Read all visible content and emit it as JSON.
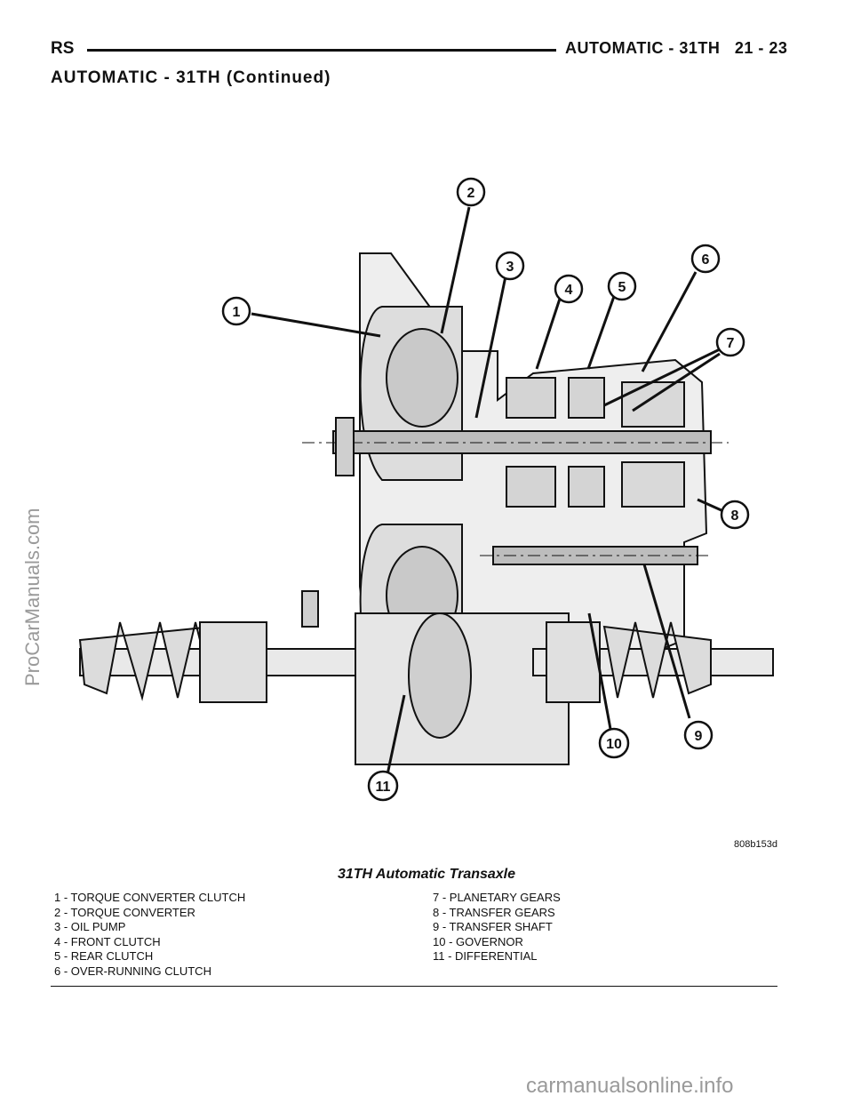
{
  "header": {
    "section_code": "RS",
    "chapter_title": "AUTOMATIC - 31TH",
    "page_number": "21 - 23"
  },
  "subtitle": "AUTOMATIC - 31TH (Continued)",
  "figure": {
    "id": "808b153d",
    "caption": "31TH Automatic Transaxle",
    "callouts": [
      "1",
      "2",
      "3",
      "4",
      "5",
      "6",
      "7",
      "8",
      "9",
      "10",
      "11"
    ],
    "legend_left": [
      "1 - TORQUE CONVERTER CLUTCH",
      "2 - TORQUE CONVERTER",
      "3 - OIL PUMP",
      "4 - FRONT CLUTCH",
      "5 - REAR CLUTCH",
      "6 - OVER-RUNNING CLUTCH"
    ],
    "legend_right": [
      "7 - PLANETARY GEARS",
      "8 - TRANSFER GEARS",
      "9 - TRANSFER SHAFT",
      "10 - GOVERNOR",
      "11 - DIFFERENTIAL"
    ]
  },
  "watermarks": {
    "side": "ProCarManuals.com",
    "bottom": "carmanualsonline.info"
  }
}
